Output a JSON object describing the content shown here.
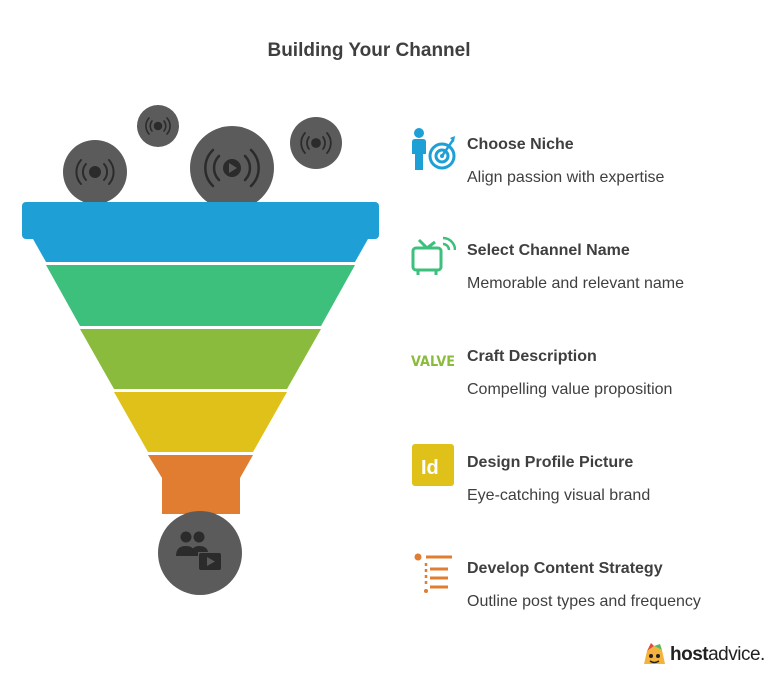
{
  "title": "Building Your Channel",
  "steps": [
    {
      "heading": "Choose Niche",
      "description": "Align passion with expertise",
      "icon": "target-person-icon",
      "color": "#1ea0d7"
    },
    {
      "heading": "Select Channel Name",
      "description": "Memorable and relevant name",
      "icon": "tv-signal-icon",
      "color": "#3cc07c"
    },
    {
      "heading": "Craft Description",
      "description": "Compelling value proposition",
      "icon": "value-text-icon",
      "icon_text": "VALVE",
      "color": "#8bbb3c"
    },
    {
      "heading": "Design Profile Picture",
      "description": "Eye-catching visual brand",
      "icon": "indesign-icon",
      "icon_text": "Id",
      "color": "#e0c11a"
    },
    {
      "heading": "Develop Content Strategy",
      "description": "Outline post types and frequency",
      "icon": "list-strategy-icon",
      "color": "#e07d30"
    }
  ],
  "funnel": {
    "top_icons": [
      "broadcast-icon",
      "broadcast-icon",
      "broadcast-play-icon",
      "broadcast-icon"
    ],
    "bottom_icon": "audience-video-icon",
    "circle_color": "#5b5b5b"
  },
  "brand": {
    "name_bold": "host",
    "name_regular": "advice."
  }
}
